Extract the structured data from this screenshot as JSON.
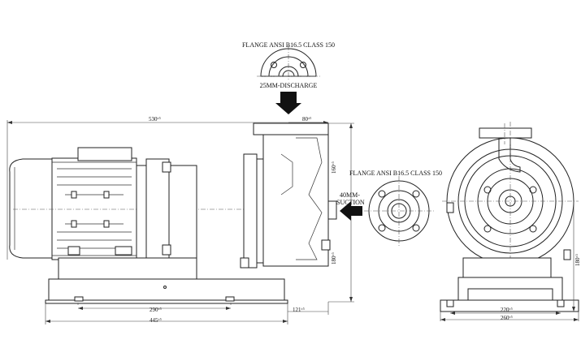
{
  "labels": {
    "discharge_flange": "FLANGE ANSI B16.5 CLASS 150",
    "discharge": "25MM-DISCHARGE",
    "suction_flange": "FLANGE ANSI B16.5 CLASS 150",
    "suction_line1": "40MM-",
    "suction_line2": "SUCTION"
  },
  "dimensions": {
    "overall_length": "530",
    "overall_length_tol": "±5",
    "discharge_offset": "80",
    "discharge_offset_tol": "±5",
    "upper_height": "160",
    "upper_height_tol": "±5",
    "lower_height": "180",
    "lower_height_tol": "±5",
    "base_holes": "290",
    "base_holes_tol": "±5",
    "base_length": "445",
    "base_length_tol": "±5",
    "suction_offset": "121",
    "suction_offset_tol": "±5",
    "end_height": "180",
    "end_height_tol": "±5",
    "end_holes": "220",
    "end_holes_tol": "±5",
    "end_width": "260",
    "end_width_tol": "±5"
  },
  "colors": {
    "line": "#222222",
    "arrow": "#111111",
    "background": "#ffffff"
  }
}
